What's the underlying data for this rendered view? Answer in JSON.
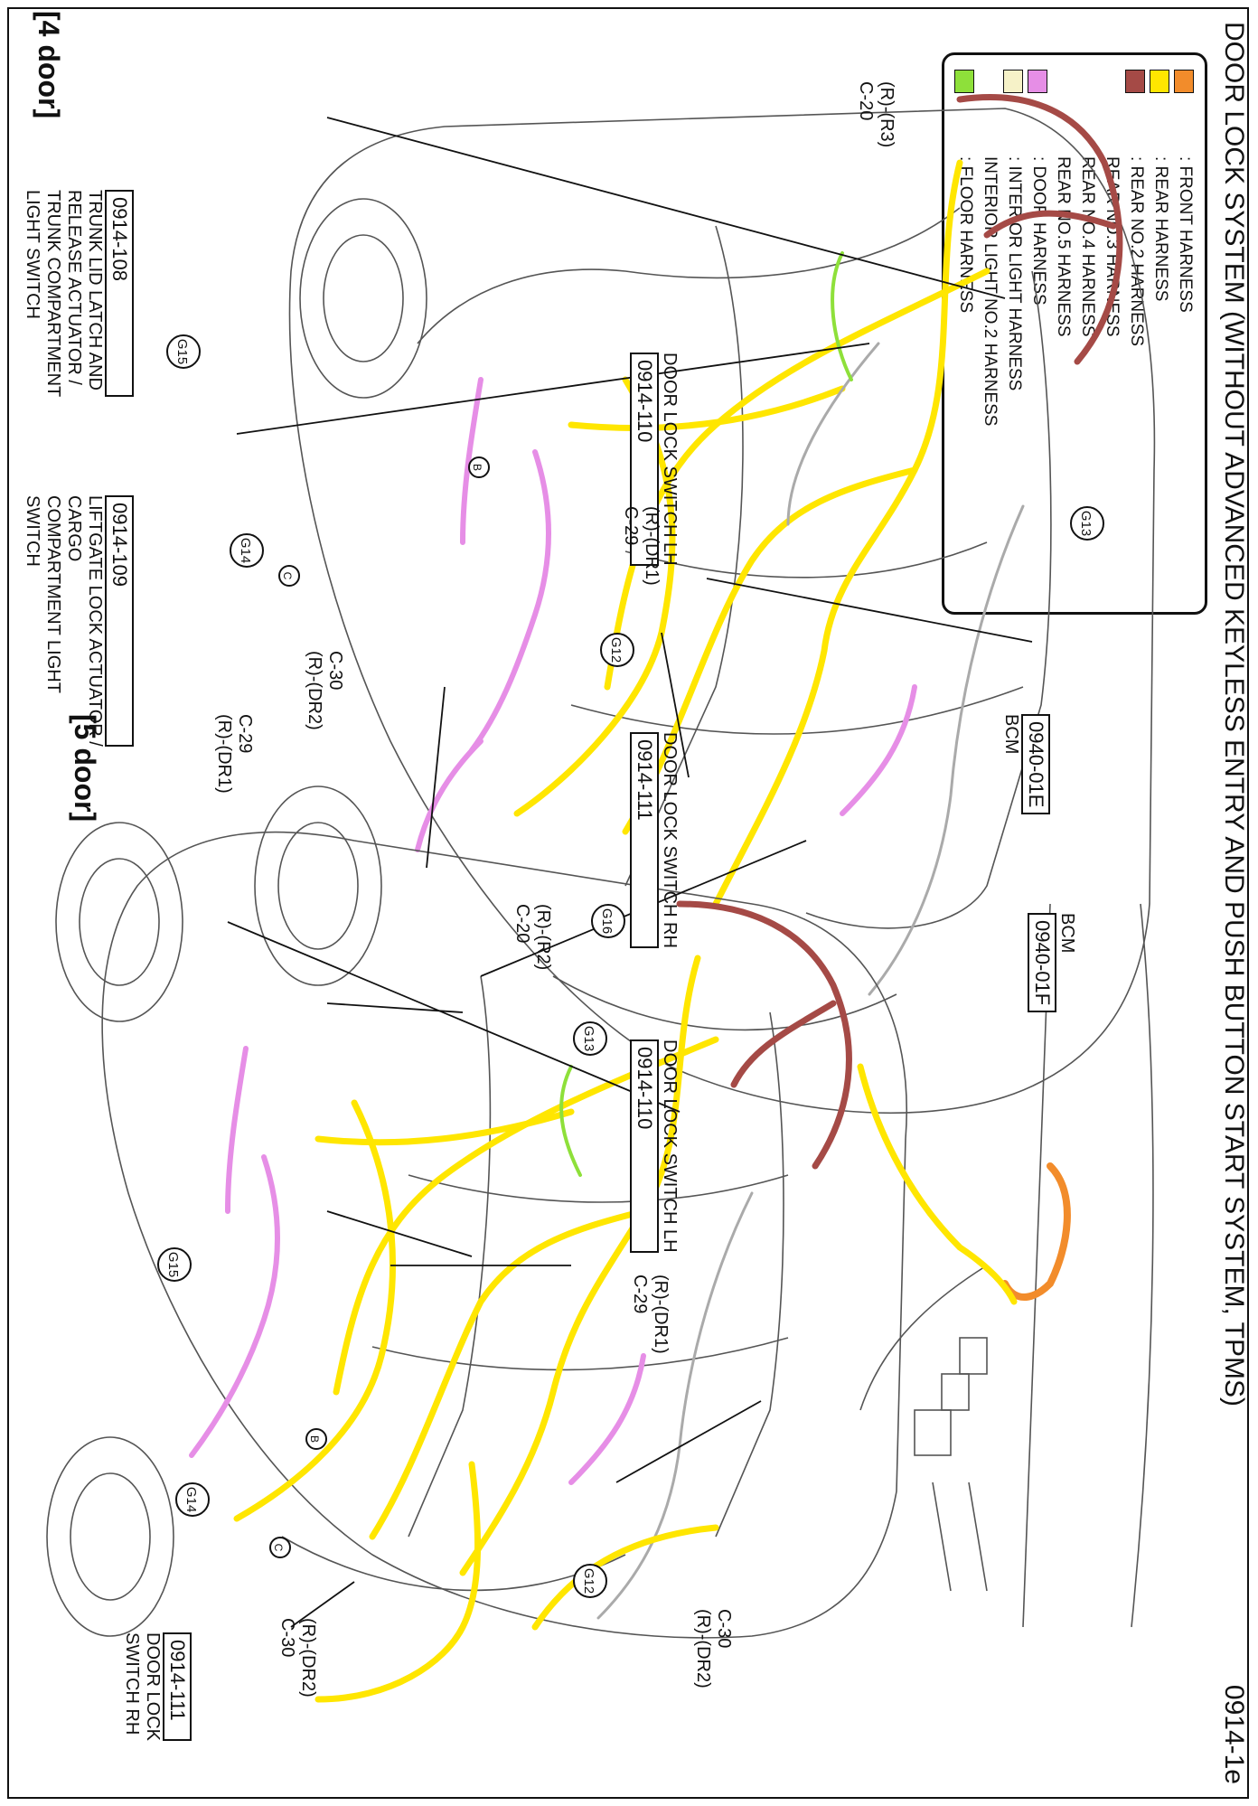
{
  "title": {
    "main": "DOOR LOCK SYSTEM (WITHOUT ADVANCED KEYLESS ENTRY AND PUSH BUTTON START SYSTEM, TPMS)",
    "code": "0914-1e"
  },
  "legend": [
    {
      "swatch": [
        "#f28c2b"
      ],
      "label": ": FRONT HARNESS"
    },
    {
      "swatch": [
        "#ffe600"
      ],
      "label": ": REAR HARNESS"
    },
    {
      "swatch": [
        "#a54a46"
      ],
      "label": ": REAR NO.2 HARNESS"
    },
    {
      "swatch": [],
      "label": "REAR NO.3 HARNESS"
    },
    {
      "swatch": [],
      "label": "REAR NO.4 HARNESS"
    },
    {
      "swatch": [],
      "label": "REAR NO.5 HARNESS"
    },
    {
      "swatch": [
        "#e68ee6"
      ],
      "label": ": DOOR HARNESS"
    },
    {
      "swatch": [
        "#f6f2c8"
      ],
      "label": ": INTERIOR LIGHT HARNESS"
    },
    {
      "swatch": [],
      "label": "INTERIOR LIGHT NO.2 HARNESS"
    },
    {
      "swatch": [
        "#8ee03a"
      ],
      "label": ": FLOOR HARNESS"
    }
  ],
  "colors": {
    "front": "#f28c2b",
    "rear": "#ffe600",
    "rear2": "#a54a46",
    "door": "#e68ee6",
    "interior": "#f6f2c8",
    "floor": "#8ee03a",
    "outline": "#555555"
  },
  "headings": {
    "four_door": "[4 door]",
    "five_door": "[5 door]"
  },
  "components": {
    "trunk": {
      "code": "0914-108",
      "lines": [
        "TRUNK LID LATCH AND",
        "RELEASE ACTUATOR /",
        "TRUNK COMPARTMENT",
        "LIGHT SWITCH"
      ]
    },
    "liftgate": {
      "code": "0914-109",
      "lines": [
        "LIFTGATE LOCK ACTUATOR /",
        "CARGO",
        "COMPARTMENT LIGHT",
        "SWITCH"
      ]
    },
    "dlsw_lh_4": {
      "code": "0914-110",
      "lines": [
        "DOOR LOCK SWITCH LH"
      ]
    },
    "dlsw_rh_4": {
      "code": "0914-111",
      "lines": [
        "DOOR LOCK SWITCH RH"
      ]
    },
    "dlsw_lh_5": {
      "code": "0914-110",
      "lines": [
        "DOOR LOCK SWITCH LH"
      ]
    },
    "dlsw_rh_5": {
      "code": "0914-111",
      "lines": [
        "DOOR LOCK",
        "SWITCH RH"
      ]
    },
    "bcm_e": {
      "code": "0940-01E",
      "lines": [
        "BCM"
      ]
    },
    "bcm_f": {
      "code": "0940-01F",
      "lines": [
        "BCM"
      ]
    }
  },
  "connectors": {
    "c20_4": [
      "(R)-(R3)",
      "C-20"
    ],
    "c29_4": [
      "(R)-(DR1)",
      "C-29"
    ],
    "c30_4": [
      "C-30",
      "(R)-(DR2)"
    ],
    "c29_dash": [
      "C-29",
      "(R)-(DR1)"
    ],
    "c30_dash": [
      "C-30",
      "(R)-(DR2)"
    ],
    "c20_5": [
      "(R)-(R2)",
      "C-20"
    ],
    "c29_5": [
      "(R)-(DR1)",
      "C-29"
    ],
    "c30_5": [
      "(R)-(DR2)",
      "C-30"
    ]
  },
  "grounds": {
    "g13_4": "G13",
    "g15_4": "G15",
    "g14_4": "G14",
    "g12_4": "G12",
    "g16_5": "G16",
    "g13_5": "G13",
    "g15_5": "G15",
    "g14_5": "G14",
    "g12_5": "G12"
  },
  "markers": {
    "b": "B",
    "c": "C"
  }
}
